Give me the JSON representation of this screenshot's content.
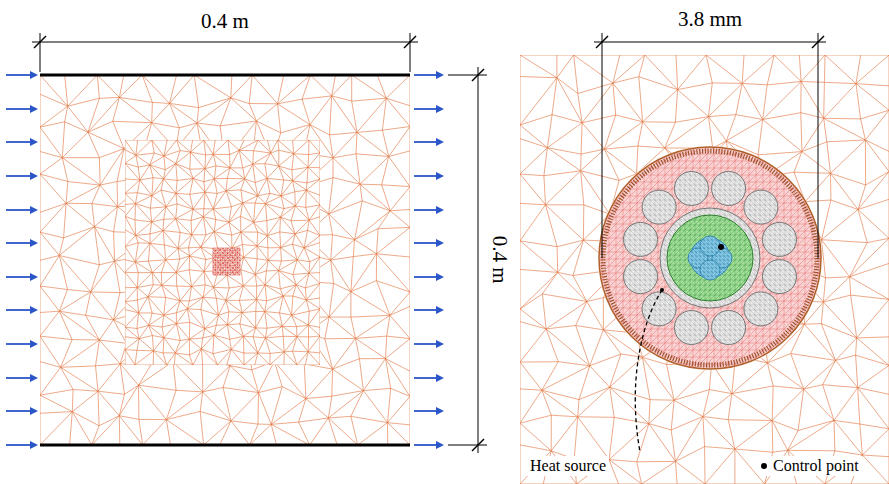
{
  "diagram": {
    "labels": [
      "0.4 m",
      "0.4 m",
      "3.8 mm",
      "Heat source"
    ],
    "legend": [
      {
        "text": "Control point"
      }
    ]
  }
}
